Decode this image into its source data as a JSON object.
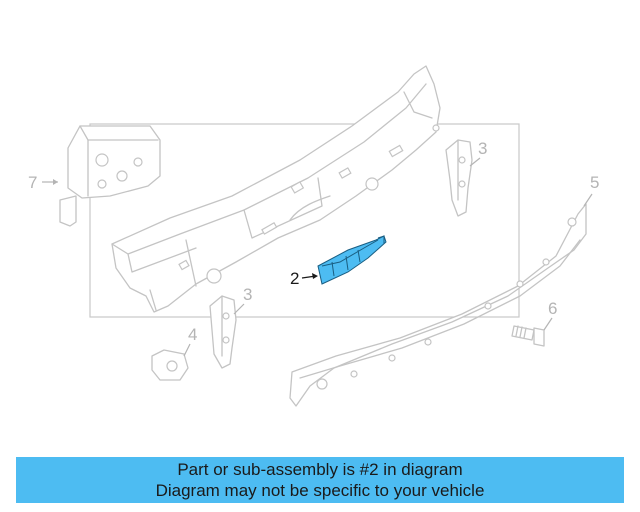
{
  "callouts": {
    "c2": "2",
    "c3a": "3",
    "c3b": "3",
    "c4": "4",
    "c5": "5",
    "c6": "6",
    "c7": "7"
  },
  "highlight_color": "#4dbcf2",
  "banner": {
    "line1": "Part or sub-assembly is #2 in diagram",
    "line2": "Diagram may not be specific to your vehicle"
  }
}
